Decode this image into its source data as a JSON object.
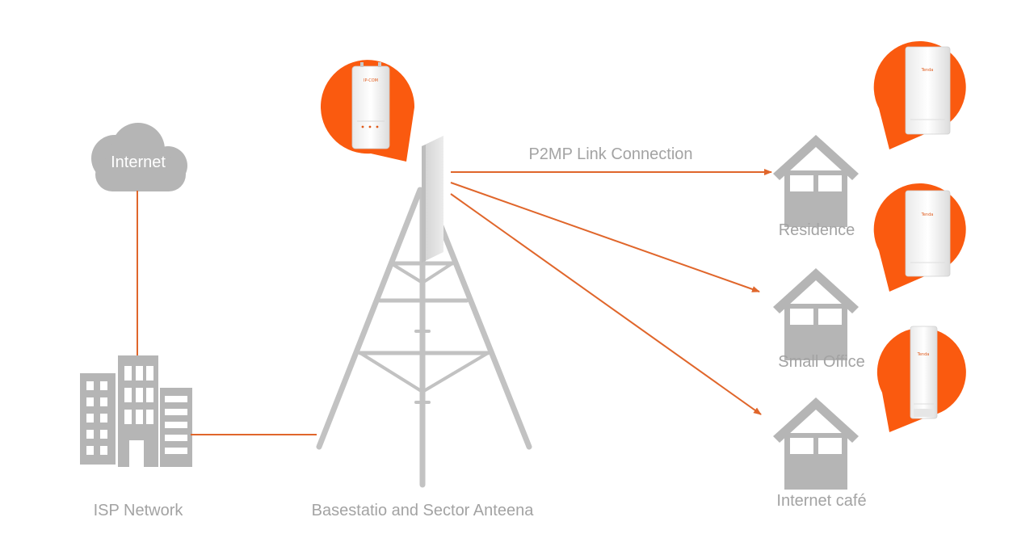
{
  "cloud": {
    "label": "Internet"
  },
  "isp": {
    "label": "ISP Network"
  },
  "basestation": {
    "label": "Basestatio and Sector Anteena",
    "device_brand": "IP-COM"
  },
  "link": {
    "label": "P2MP Link Connection"
  },
  "clients": [
    {
      "label": "Residence",
      "device_brand": "Tenda"
    },
    {
      "label": "Small Office",
      "device_brand": "Tenda"
    },
    {
      "label": "Internet café",
      "device_brand": "Tenda"
    }
  ],
  "colors": {
    "accent": "#fa5a0f",
    "link_line": "#e0662b",
    "icon_gray": "#b5b5b5",
    "label_gray": "#a3a3a3"
  },
  "icons": [
    "cloud-icon",
    "building-icon",
    "tower-icon",
    "sector-antenna-icon",
    "house-icon",
    "cpe-device-icon",
    "map-pin-badge-icon"
  ]
}
